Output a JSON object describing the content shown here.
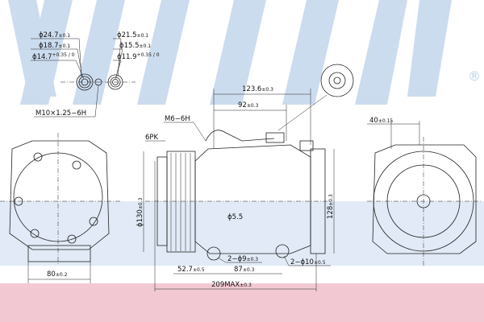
{
  "watermark": {
    "brand": "Nissens",
    "registered_mark": "®",
    "color": "#b9cfe8",
    "band_color": "#f2c9d3"
  },
  "fitting_view": {
    "left_outer": "ϕ24.7",
    "left_outer_tol": "±0.1",
    "left_mid": "ϕ18.7",
    "left_mid_tol": "±0.1",
    "left_inner": "ϕ14.7",
    "left_inner_tol": "+0.35 / 0",
    "right_outer": "ϕ21.5",
    "right_outer_tol": "±0.1",
    "right_mid": "ϕ15.5",
    "right_mid_tol": "±0.1",
    "right_inner": "ϕ11.9",
    "right_inner_tol": "+0.35 / 0",
    "thread": "M10×1.25−6H"
  },
  "front_view": {
    "width": "80",
    "width_tol": "±0.2"
  },
  "side_view": {
    "belt": "6PK",
    "thread": "M6−6H",
    "length_a": "123.6",
    "length_a_tol": "±0.3",
    "length_b": "92",
    "length_b_tol": "±0.3",
    "pulley_dia": "ϕ130",
    "pulley_dia_tol": "±0.3",
    "hole_small": "ϕ5.5",
    "height": "128",
    "height_tol": "±0.3",
    "holes_a": "2−ϕ9",
    "holes_a_tol": "±0.3",
    "holes_b": "2−ϕ10",
    "holes_b_tol": "±0.5",
    "offset": "52.7",
    "offset_tol": "±0.5",
    "spacing": "87",
    "spacing_tol": "±0.3",
    "overall": "209MAX",
    "overall_tol": "±0.3"
  },
  "rear_view": {
    "offset": "40",
    "offset_tol": "±0.15"
  }
}
